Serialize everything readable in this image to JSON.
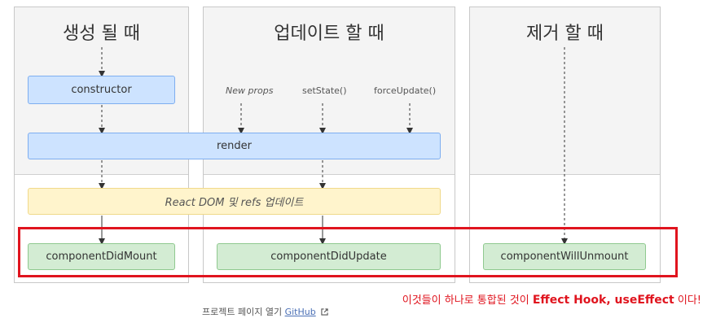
{
  "columns": {
    "mount": {
      "title": "생성 될 때"
    },
    "update": {
      "title": "업데이트 할 때"
    },
    "unmount": {
      "title": "제거 할 때"
    }
  },
  "triggers": {
    "new_props": "New props",
    "set_state": "setState()",
    "force_update": "forceUpdate()"
  },
  "boxes": {
    "constructor": "constructor",
    "render": "render",
    "react_dom": "React DOM 및 refs 업데이트",
    "did_mount": "componentDidMount",
    "did_update": "componentDidUpdate",
    "will_unmount": "componentWillUnmount"
  },
  "annotation": {
    "prefix": "이것들이 하나로 통합된 것이 ",
    "emphasis": "Effect Hook, useEffect",
    "suffix": " 이다!"
  },
  "footer": {
    "text": "프로젝트 페이지 열기 ",
    "link": "GitHub",
    "icon": "external-link-icon"
  },
  "colors": {
    "highlight": "#e0141e",
    "blue_box": "#cde3ff",
    "green_box": "#d3ecd3",
    "yellow_box": "#fff4cc"
  }
}
